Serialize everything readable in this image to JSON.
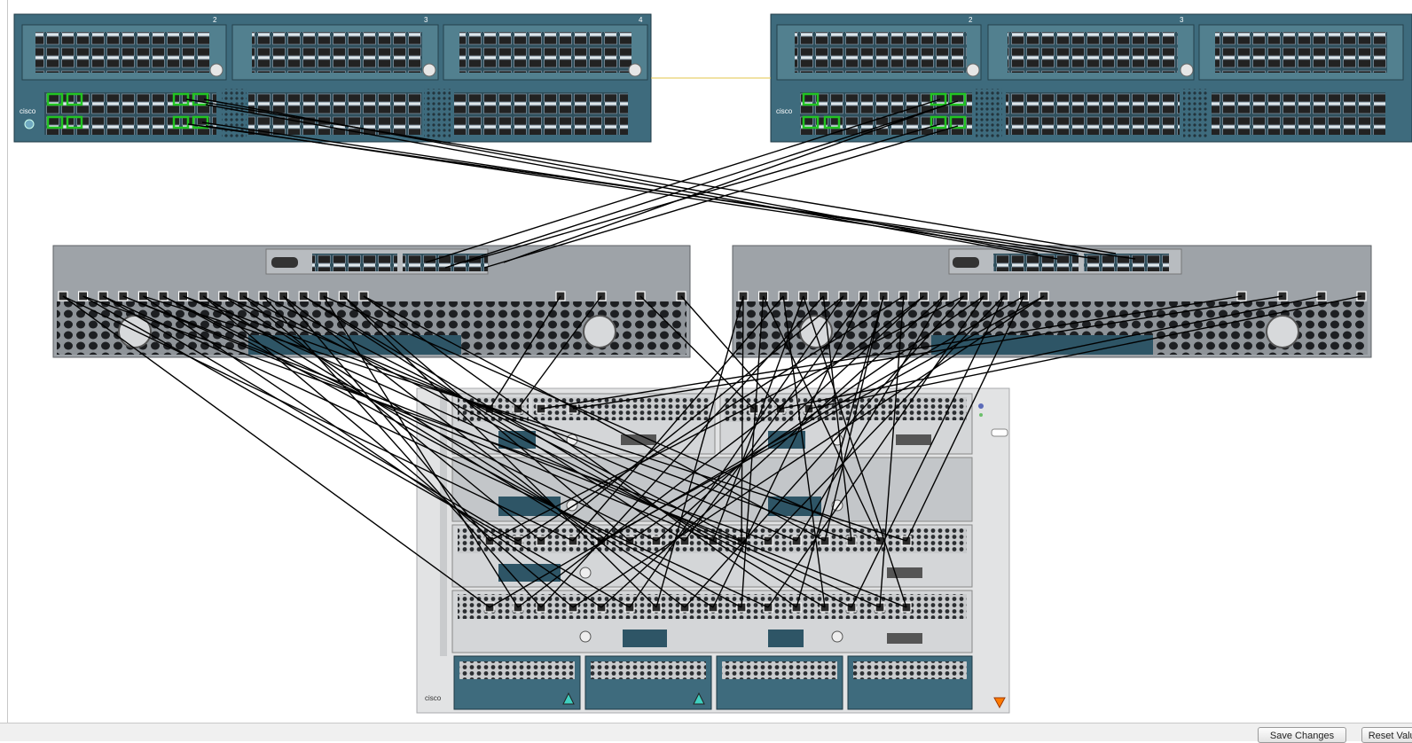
{
  "window": {
    "brand_text": "cisco"
  },
  "fabric_interconnects": [
    {
      "id": "fi-a",
      "module_numbers": [
        "2",
        "3",
        "4"
      ],
      "brand": "cisco"
    },
    {
      "id": "fi-b",
      "module_numbers": [
        "2",
        "3"
      ],
      "brand": "cisco"
    }
  ],
  "io_modules": [
    {
      "id": "iom-a"
    },
    {
      "id": "iom-b"
    }
  ],
  "chassis": {
    "brand": "cisco",
    "status_icon": "warning-triangle-icon",
    "psu_status_icon": "power-status-icon",
    "slots": 4
  },
  "footer": {
    "save_label": "Save Changes",
    "reset_label": "Reset Values"
  },
  "colors": {
    "fi_body": "#3e6b7d",
    "iom_body": "#9ea3a8",
    "chassis_body": "#e2e3e4",
    "link_highlight": "#22c422",
    "cable": "#000000"
  }
}
